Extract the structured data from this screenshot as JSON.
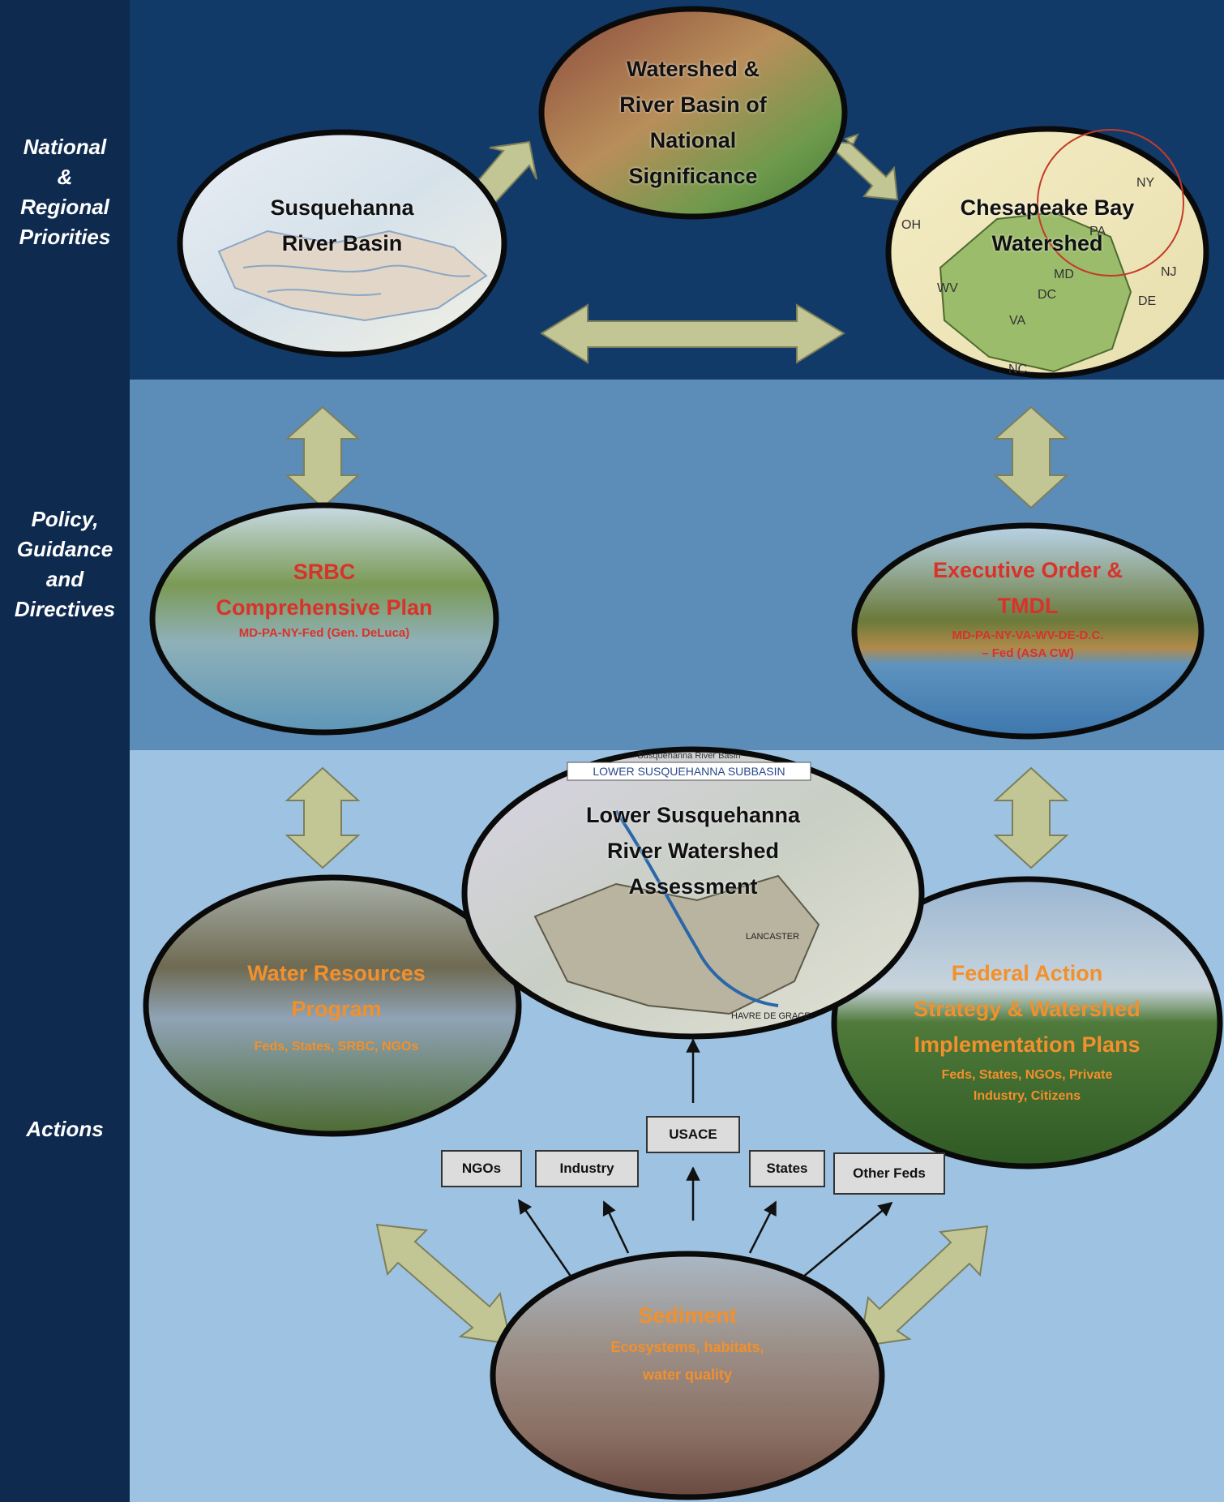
{
  "sidebar": {
    "national": "National\n&\nRegional\nPriorities",
    "policy": "Policy,\nGuidance\nand\nDirectives",
    "actions": "Actions"
  },
  "nodes": {
    "national_watershed": "Watershed &\nRiver Basin of\nNational\nSignificance",
    "susquehanna_basin": "Susquehanna\nRiver Basin",
    "chesapeake_watershed": "Chesapeake Bay\nWatershed",
    "srbc_title": "SRBC\nComprehensive Plan",
    "srbc_sub": "MD-PA-NY-Fed (Gen. DeLuca)",
    "exec_title": "Executive Order &\nTMDL",
    "exec_sub": "MD-PA-NY-VA-WV-DE-D.C.\n– Fed (ASA CW)",
    "lower_susquehanna": "Lower Susquehanna\nRiver Watershed\nAssessment",
    "wrp_title": "Water Resources\nProgram",
    "wrp_sub": "Feds, States, SRBC, NGOs",
    "federal_title": "Federal Action\nStrategy & Watershed\nImplementation Plans",
    "federal_sub": "Feds, States, NGOs, Private\nIndustry, Citizens",
    "sediment_title": "Sediment",
    "sediment_sub": "Ecosystems, habitats,\nwater quality"
  },
  "map_labels": {
    "ny": "NY",
    "pa": "PA",
    "nj": "NJ",
    "md": "MD",
    "dc": "DC",
    "de": "DE",
    "va": "VA",
    "wv": "WV",
    "nc": "NC",
    "oh": "OH",
    "susq_map_title": "Susquehanna River Basin",
    "lower_subbasin": "LOWER SUSQUEHANNA SUBBASIN",
    "lancaster": "LANCASTER",
    "havre": "HAVRE DE GRACE"
  },
  "stakeholders": {
    "usace": "USACE",
    "ngos": "NGOs",
    "industry": "Industry",
    "states": "States",
    "other_feds": "Other Feds"
  },
  "colors": {
    "top_band": "#123a68",
    "mid_band": "#5b8db8",
    "low_band": "#9ec3e2",
    "arrow_fill": "#c2c695",
    "red_text": "#d9322b",
    "orange_text": "#f2902c"
  }
}
